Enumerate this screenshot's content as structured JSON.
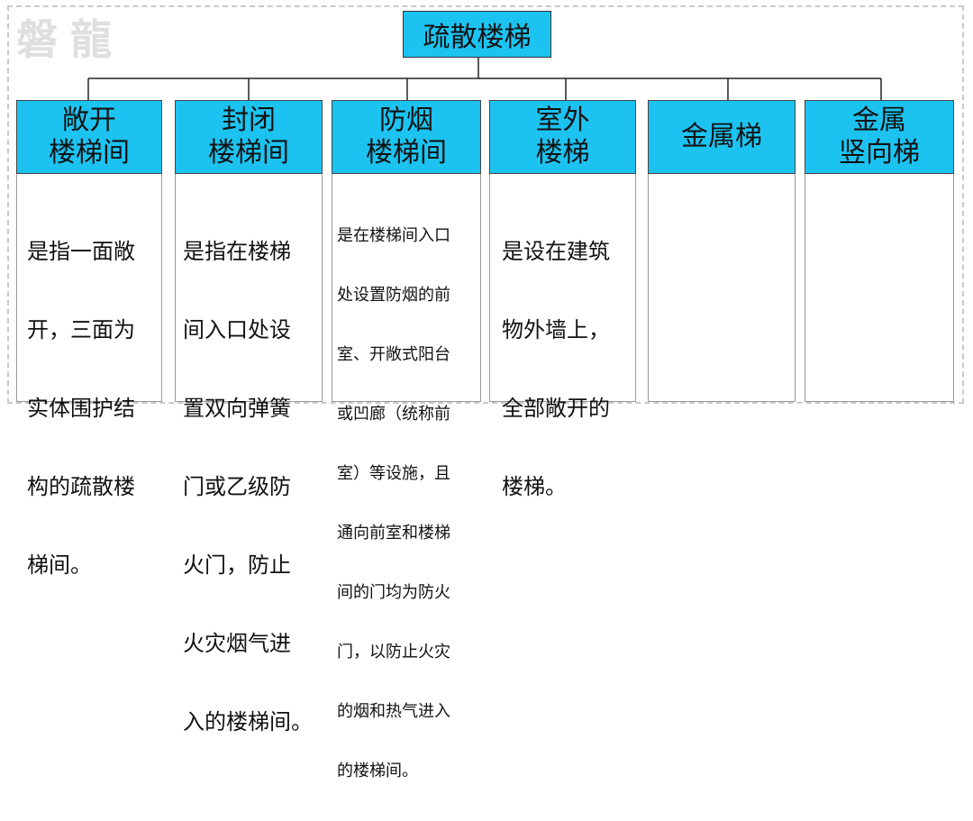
{
  "watermark": "磐龍",
  "root": "疏散楼梯",
  "categories": [
    {
      "title_lines": [
        "敞开",
        "楼梯间"
      ],
      "description_lines": [
        "是指一面敞",
        "开，三面为",
        "实体围护结",
        "构的疏散楼",
        "梯间。"
      ]
    },
    {
      "title_lines": [
        "封闭",
        "楼梯间"
      ],
      "description_lines": [
        "是指在楼梯",
        "间入口处设",
        "置双向弹簧",
        "门或乙级防",
        "火门，防止",
        "火灾烟气进",
        "入的楼梯间。"
      ]
    },
    {
      "title_lines": [
        "防烟",
        "楼梯间"
      ],
      "description_lines": [
        "是在楼梯间入口",
        "处设置防烟的前",
        "室、开敞式阳台",
        "或凹廊（统称前",
        "室）等设施，且",
        "通向前室和楼梯",
        "间的门均为防火",
        "门，以防止火灾",
        "的烟和热气进入",
        "的楼梯间。"
      ]
    },
    {
      "title_lines": [
        "室外",
        "楼梯"
      ],
      "description_lines": [
        "是设在建筑",
        "物外墙上，",
        "全部敞开的",
        "楼梯。"
      ]
    },
    {
      "title_lines": [
        "金属梯"
      ],
      "description_lines": []
    },
    {
      "title_lines": [
        "金属",
        "竖向梯"
      ],
      "description_lines": []
    }
  ]
}
